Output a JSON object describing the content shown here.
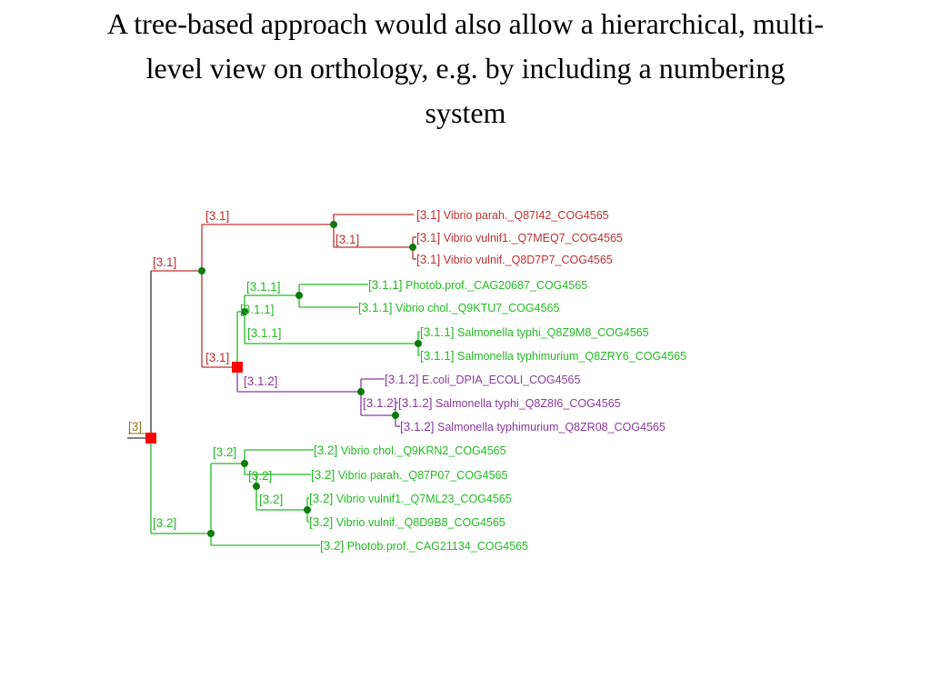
{
  "slide": {
    "title_lines": [
      "A tree-based approach would also allow a hierarchical, multi-",
      "level  view on orthology, e.g. by including a numbering",
      "system"
    ]
  },
  "colors": {
    "red_clade": "#c03030",
    "green_clade": "#22bb22",
    "purple_clade": "#8a3aa0",
    "root_line": "#333333",
    "root_label": "#8a7a20",
    "split_node": "#ff0000",
    "branch_node": "#0a7a0a"
  },
  "tree": {
    "root_label": "[3]",
    "node_labels": [
      "[3.1]",
      "[3.1]",
      "[3.1]",
      "[3.1]",
      "[3.1.1]",
      "[3.1.1]",
      "[3.1.1]",
      "[3.1.2]",
      "[3.1.2]",
      "[3.2]",
      "[3.2]",
      "[3.2]",
      "[3.2]"
    ],
    "leaves": [
      {
        "tag": "[3.1]",
        "name": "Vibrio parah._Q87I42_COG4565"
      },
      {
        "tag": "[3.1]",
        "name": "Vibrio vulnif1._Q7MEQ7_COG4565"
      },
      {
        "tag": "[3.1]",
        "name": "Vibrio vulnif._Q8D7P7_COG4565"
      },
      {
        "tag": "[3.1.1]",
        "name": "Photob.prof._CAG20687_COG4565"
      },
      {
        "tag": "[3.1.1]",
        "name": "Vibrio chol._Q9KTU7_COG4565"
      },
      {
        "tag": "[3.1.1]",
        "name": "Salmonella typhi_Q8Z9M8_COG4565"
      },
      {
        "tag": "[3.1.1]",
        "name": "Salmonella typhimurium_Q8ZRY6_COG4565"
      },
      {
        "tag": "[3.1.2]",
        "name": "E.coli_DPIA_ECOLI_COG4565"
      },
      {
        "tag": "[3.1.2]",
        "name": "Salmonella typhi_Q8Z8I6_COG4565"
      },
      {
        "tag": "[3.1.2]",
        "name": "Salmonella typhimurium_Q8ZR08_COG4565"
      },
      {
        "tag": "[3.2]",
        "name": "Vibrio chol._Q9KRN2_COG4565"
      },
      {
        "tag": "[3.2]",
        "name": "Vibrio parah._Q87P07_COG4565"
      },
      {
        "tag": "[3.2]",
        "name": "Vibrio vulnif1._Q7ML23_COG4565"
      },
      {
        "tag": "[3.2]",
        "name": "Vibrio vulnif._Q8D9B8_COG4565"
      },
      {
        "tag": "[3.2]",
        "name": "Photob.prof._CAG21134_COG4565"
      }
    ]
  }
}
